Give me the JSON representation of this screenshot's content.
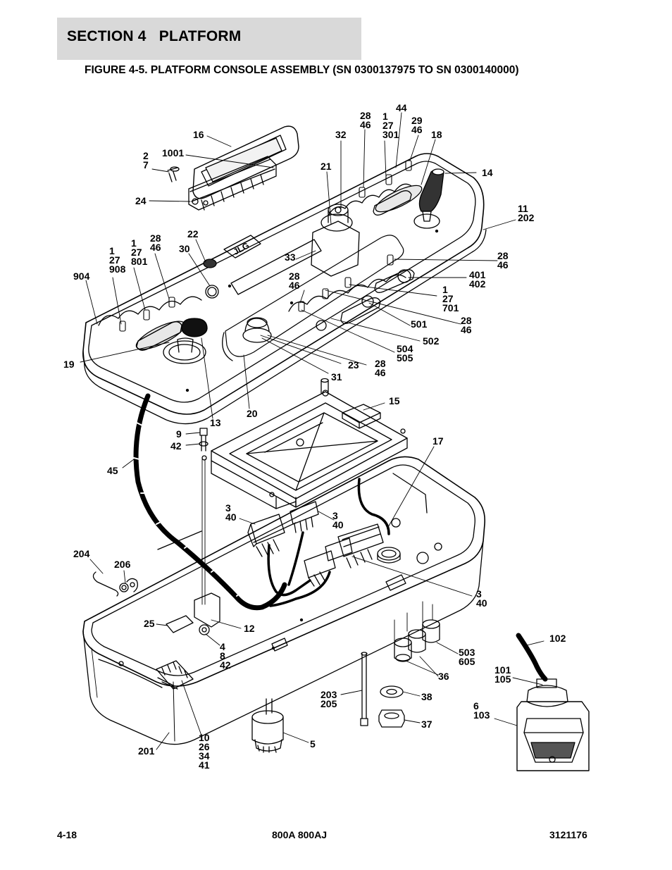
{
  "header": {
    "section_title": "SECTION 4   PLATFORM",
    "figure_caption": "FIGURE 4-5. PLATFORM CONSOLE ASSEMBLY (SN 0300137975 TO SN 0300140000)"
  },
  "drawing": {
    "console_decal": "JLG",
    "callouts": [
      {
        "id": "c16",
        "text": "16"
      },
      {
        "id": "c1001",
        "text": "1001"
      },
      {
        "id": "c2_7",
        "text": "2\n7"
      },
      {
        "id": "c24",
        "text": "24"
      },
      {
        "id": "c32",
        "text": "32"
      },
      {
        "id": "c21",
        "text": "21"
      },
      {
        "id": "c28_46_a",
        "text": "28\n46"
      },
      {
        "id": "c1_27_301",
        "text": "1\n27\n301"
      },
      {
        "id": "c44",
        "text": "44"
      },
      {
        "id": "c29_46",
        "text": "29\n46"
      },
      {
        "id": "c18",
        "text": "18"
      },
      {
        "id": "c14",
        "text": "14"
      },
      {
        "id": "c11_202",
        "text": "11\n202"
      },
      {
        "id": "c22",
        "text": "22"
      },
      {
        "id": "c30",
        "text": "30"
      },
      {
        "id": "c1_27_908",
        "text": "1\n27\n908"
      },
      {
        "id": "c1_27_801",
        "text": "1\n27\n801"
      },
      {
        "id": "c28_46_b",
        "text": "28\n46"
      },
      {
        "id": "c904",
        "text": "904"
      },
      {
        "id": "c33",
        "text": "33"
      },
      {
        "id": "c28_46_c",
        "text": "28\n46"
      },
      {
        "id": "c28_46_d",
        "text": "28\n46"
      },
      {
        "id": "c401_402",
        "text": "401\n402"
      },
      {
        "id": "c1_27_701",
        "text": "1\n27\n701"
      },
      {
        "id": "c28_46_e",
        "text": "28\n46"
      },
      {
        "id": "c501",
        "text": "501"
      },
      {
        "id": "c502",
        "text": "502"
      },
      {
        "id": "c504_505",
        "text": "504\n505"
      },
      {
        "id": "c28_46_f",
        "text": "28\n46"
      },
      {
        "id": "c19",
        "text": "19"
      },
      {
        "id": "c23",
        "text": "23"
      },
      {
        "id": "c31",
        "text": "31"
      },
      {
        "id": "c20",
        "text": "20"
      },
      {
        "id": "c13",
        "text": "13"
      },
      {
        "id": "c15",
        "text": "15"
      },
      {
        "id": "c9",
        "text": "9"
      },
      {
        "id": "c42",
        "text": "42"
      },
      {
        "id": "c17",
        "text": "17"
      },
      {
        "id": "c45",
        "text": "45"
      },
      {
        "id": "c3_40_a",
        "text": "3\n40"
      },
      {
        "id": "c3_40_b",
        "text": "3\n40"
      },
      {
        "id": "c204",
        "text": "204"
      },
      {
        "id": "c206",
        "text": "206"
      },
      {
        "id": "c3_40_c",
        "text": "3\n40"
      },
      {
        "id": "c25",
        "text": "25"
      },
      {
        "id": "c12",
        "text": "12"
      },
      {
        "id": "c4_8_42",
        "text": "4\n8\n42"
      },
      {
        "id": "c102",
        "text": "102"
      },
      {
        "id": "c503_605",
        "text": "503\n605"
      },
      {
        "id": "c36",
        "text": "36"
      },
      {
        "id": "c101_105",
        "text": "101\n105"
      },
      {
        "id": "c203_205",
        "text": "203\n205"
      },
      {
        "id": "c38",
        "text": "38"
      },
      {
        "id": "c6_103",
        "text": "6\n103"
      },
      {
        "id": "c37",
        "text": "37"
      },
      {
        "id": "c201",
        "text": "201"
      },
      {
        "id": "c10_26_34_41",
        "text": "10\n26\n34\n41"
      },
      {
        "id": "c5",
        "text": "5"
      }
    ]
  },
  "footer": {
    "page_number": "4-18",
    "model": "800A 800AJ",
    "doc_number": "3121176"
  }
}
